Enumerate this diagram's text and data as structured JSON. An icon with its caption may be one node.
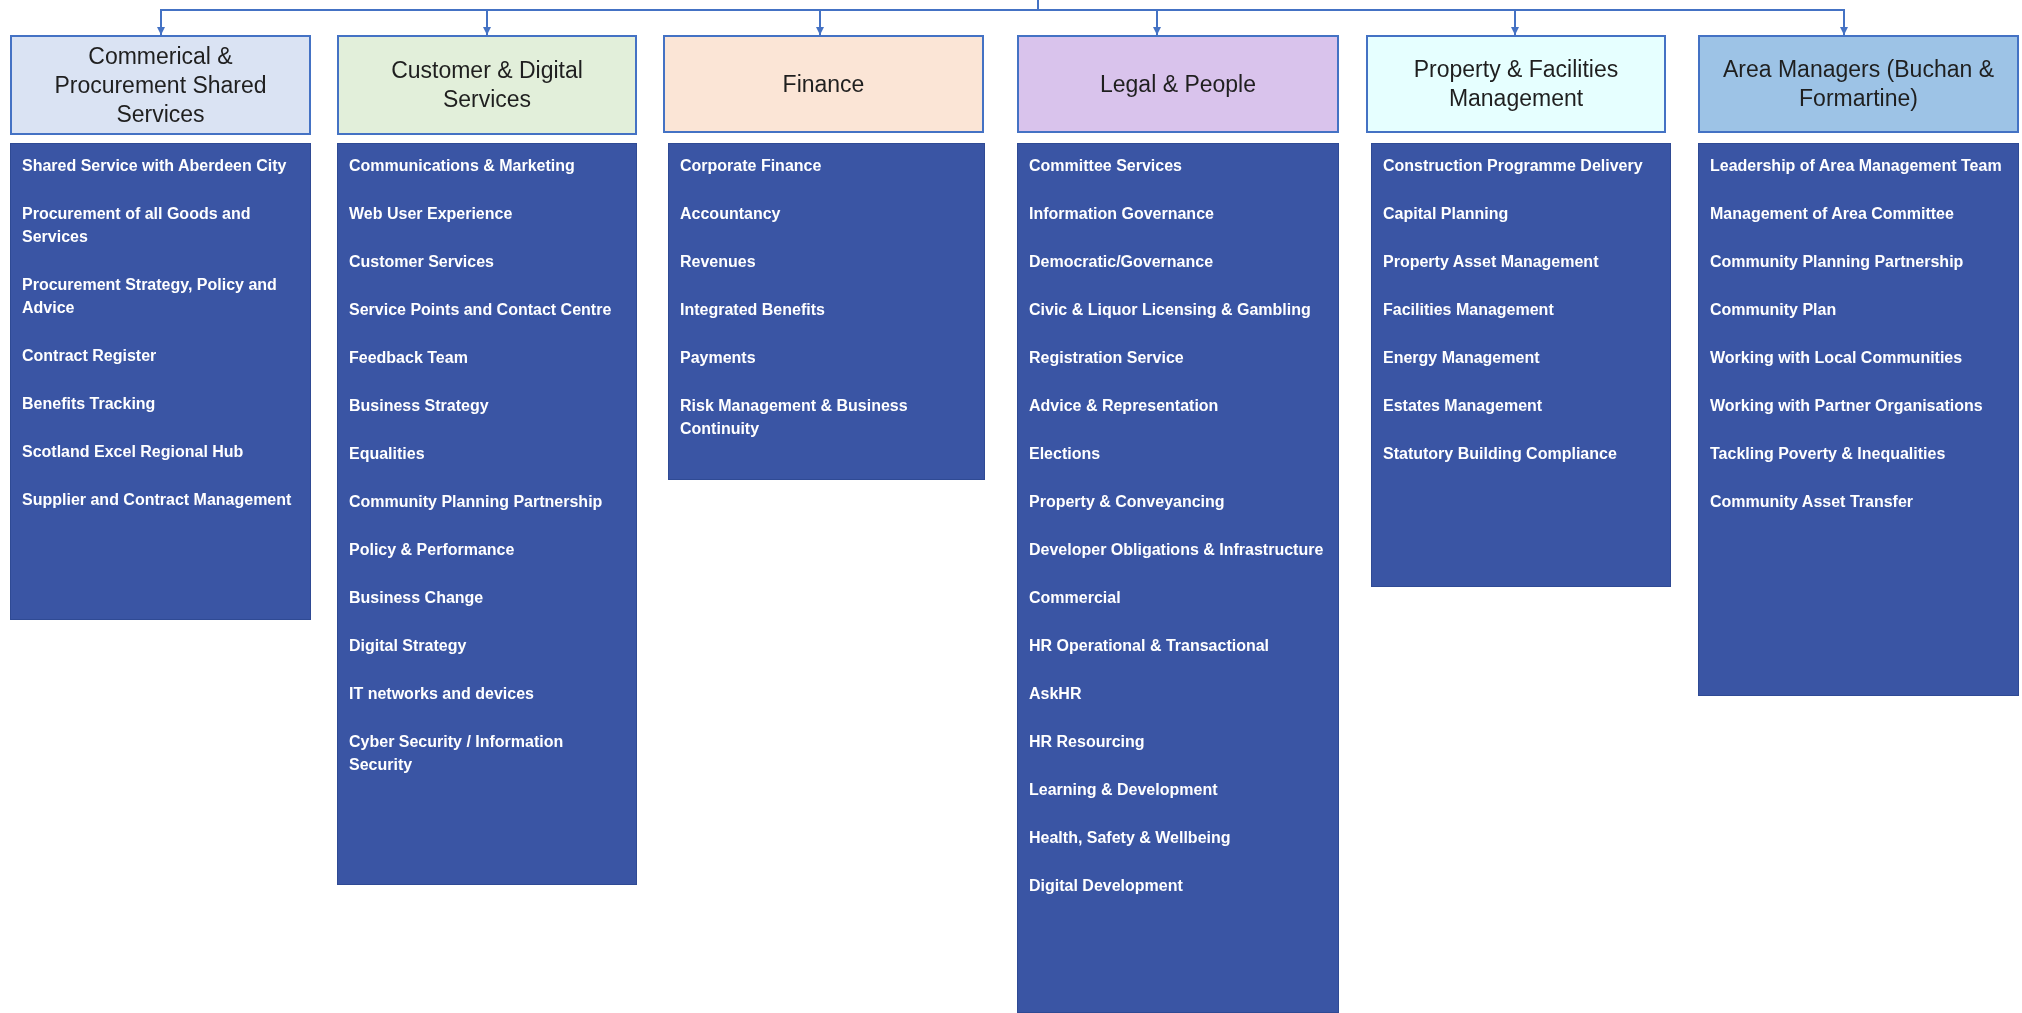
{
  "diagram": {
    "nodes": [
      {
        "text": [
          "Commerical & Procurement Shared Services"
        ]
      },
      {
        "text": [
          "Customer & Digital Services"
        ]
      },
      {
        "text": [
          "Finance"
        ]
      },
      {
        "text": [
          "Legal & People"
        ]
      },
      {
        "text": [
          "Property & Facilities Management"
        ]
      },
      {
        "text": [
          "Area Managers (Buchan & Formartine)"
        ]
      },
      {
        "text": [
          "Shared Service with Aberdeen City",
          "Procurement of all Goods and Services",
          "Procurement Strategy, Policy and Advice",
          "Contract Register",
          "Benefits Tracking",
          "Scotland Excel Regional Hub",
          "Supplier and Contract Management"
        ]
      },
      {
        "text": [
          "Communications & Marketing",
          "Web User Experience",
          "Customer Services",
          "Service Points and Contact Centre",
          "Feedback Team",
          "Business Strategy",
          "Equalities",
          "Community Planning Partnership",
          "Policy & Performance",
          "Business Change",
          "Digital Strategy",
          "IT networks and devices",
          "Cyber Security / Information Security"
        ]
      },
      {
        "text": [
          "Corporate Finance",
          "Accountancy",
          "Revenues",
          "Integrated Benefits",
          "Payments",
          "Risk Management & Business Continuity"
        ]
      },
      {
        "text": [
          "Committee Services",
          "Information Governance",
          "Democratic/Governance",
          "Civic & Liquor Licensing & Gambling",
          "Registration Service",
          "Advice & Representation",
          "Elections",
          "Property & Conveyancing",
          "Developer Obligations & Infrastructure",
          "Commercial",
          "HR Operational & Transactional",
          "AskHR",
          "HR Resourcing",
          "Learning & Development",
          "Health, Safety & Wellbeing",
          "Digital Development"
        ]
      },
      {
        "text": [
          "Construction Programme Delivery",
          "Capital Planning",
          "Property Asset Management",
          "Facilities Management",
          "Energy Management",
          "Estates Management",
          "Statutory Building Compliance"
        ]
      },
      {
        "text": [
          "Leadership of Area Management Team",
          "Management of Area Committee",
          "Community Planning Partnership",
          "Community Plan",
          "Working with Local Communities",
          "Working with Partner Organisations",
          "Tackling Poverty & Inequalities",
          "Community Asset Transfer"
        ]
      }
    ],
    "edges": [
      {
        "from": null,
        "to": 0,
        "arrow": "to"
      },
      {
        "from": null,
        "to": 1,
        "arrow": "to"
      },
      {
        "from": null,
        "to": 2,
        "arrow": "to"
      },
      {
        "from": null,
        "to": 3,
        "arrow": "to"
      },
      {
        "from": null,
        "to": 4,
        "arrow": "to"
      },
      {
        "from": null,
        "to": 5,
        "arrow": "to"
      }
    ]
  }
}
